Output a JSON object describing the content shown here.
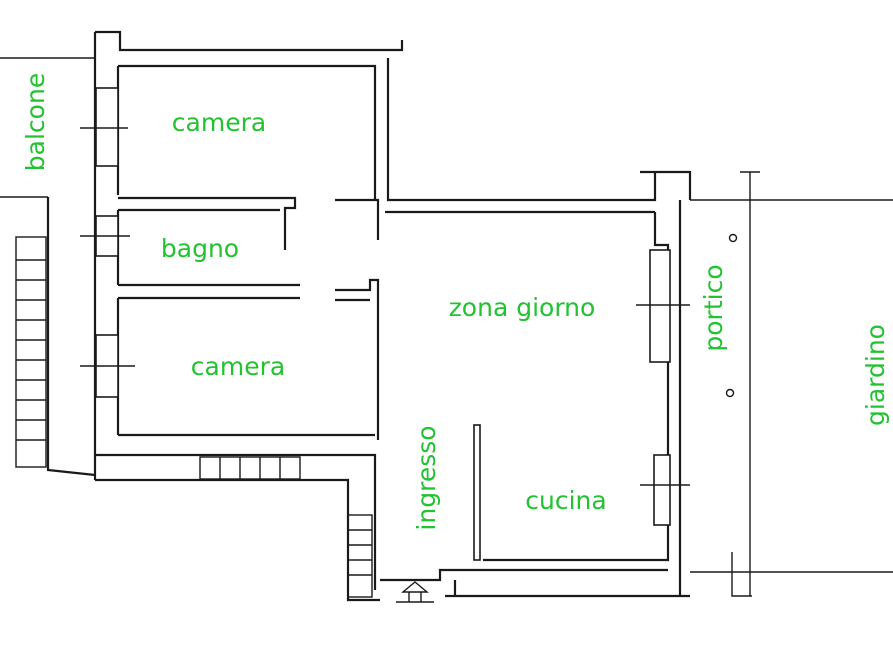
{
  "labels": {
    "balcone": "balcone",
    "camera_top": "camera",
    "bagno": "bagno",
    "camera_bottom": "camera",
    "zona_giorno": "zona giorno",
    "portico": "portico",
    "giardino": "giardino",
    "ingresso": "ingresso",
    "cucina": "cucina"
  },
  "colors": {
    "label": "#22c231",
    "wall": "#1a1a1a",
    "background": "#ffffff"
  }
}
